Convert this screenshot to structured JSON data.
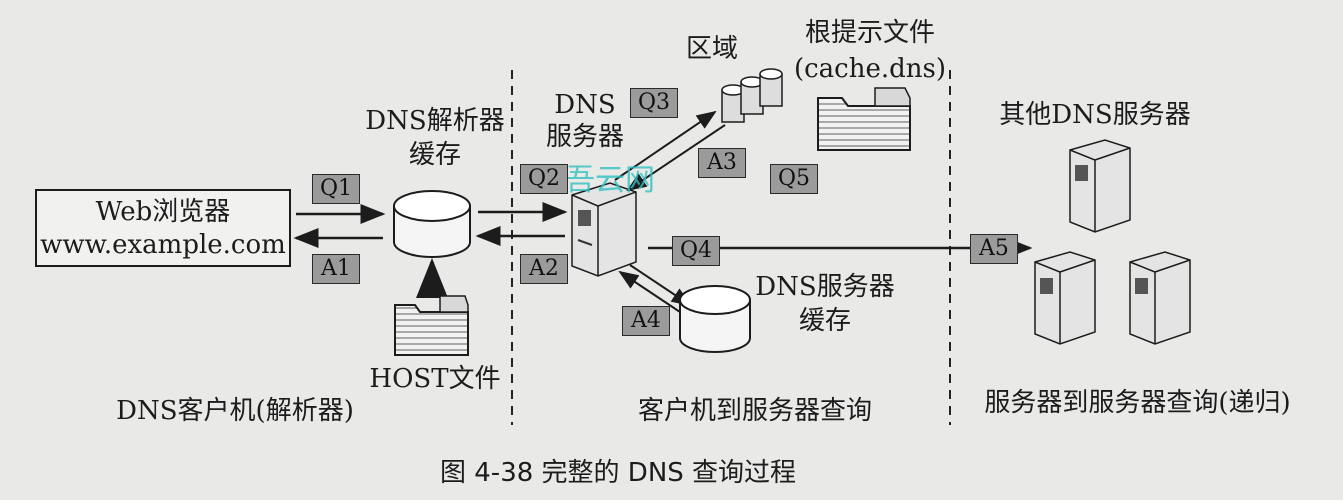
{
  "figure": {
    "caption": "图 4-38   完整的 DNS 查询过程",
    "watermark": "吾云网"
  },
  "browser": {
    "line1": "Web浏览器",
    "line2": "www.example.com"
  },
  "resolver_cache": {
    "line1": "DNS解析器",
    "line2": "缓存"
  },
  "host_file": {
    "label": "HOST文件"
  },
  "dns_server": {
    "line1": "DNS",
    "line2": "服务器"
  },
  "zone": {
    "label": "区域"
  },
  "root_hints": {
    "line1": "根提示文件",
    "line2": "(cache.dns)"
  },
  "server_cache": {
    "line1": "DNS服务器",
    "line2": "缓存"
  },
  "other_servers": {
    "label": "其他DNS服务器"
  },
  "sections": {
    "client": "DNS客户机(解析器)",
    "client_to_server": "客户机到服务器查询",
    "server_to_server": "服务器到服务器查询(递归)"
  },
  "messages": {
    "q1": "Q1",
    "a1": "A1",
    "q2": "Q2",
    "a2": "A2",
    "q3": "Q3",
    "a3": "A3",
    "q4": "Q4",
    "a4": "A4",
    "q5": "Q5",
    "a5": "A5"
  },
  "colors": {
    "background": "#e9e9e7",
    "label_box": "#9b9b9b",
    "ink": "#1c1c1c",
    "watermark": "#2fc2c4"
  }
}
